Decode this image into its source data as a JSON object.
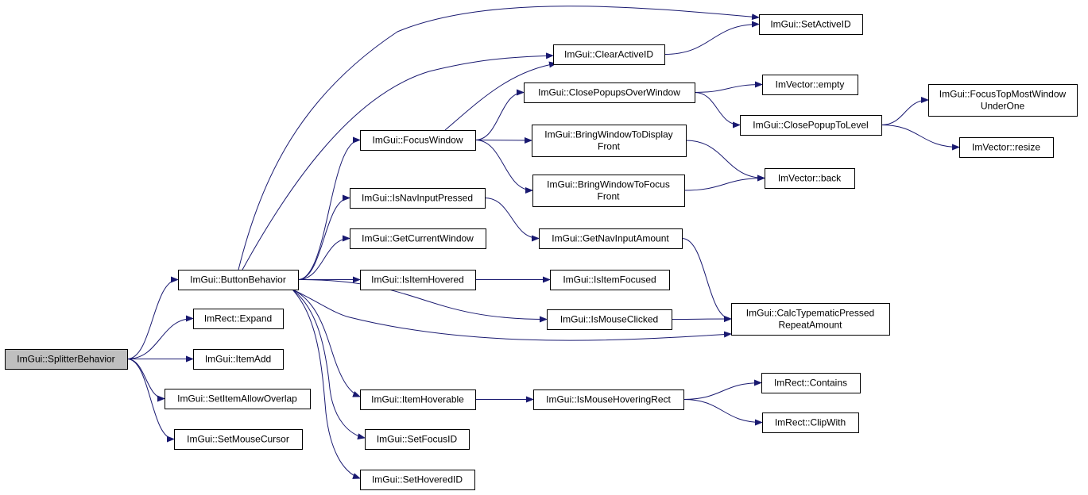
{
  "colors": {
    "edge": "#191970",
    "root_fill": "#bfbfbf",
    "node_fill": "#ffffff",
    "border": "#000000"
  },
  "nodes": [
    {
      "id": "splitter",
      "lines": [
        "ImGui::SplitterBehavior"
      ],
      "root": true
    },
    {
      "id": "buttonbeh",
      "lines": [
        "ImGui::ButtonBehavior"
      ]
    },
    {
      "id": "rectexpand",
      "lines": [
        "ImRect::Expand"
      ]
    },
    {
      "id": "itemadd",
      "lines": [
        "ImGui::ItemAdd"
      ]
    },
    {
      "id": "allowoverlap",
      "lines": [
        "ImGui::SetItemAllowOverlap"
      ]
    },
    {
      "id": "mousecursor",
      "lines": [
        "ImGui::SetMouseCursor"
      ]
    },
    {
      "id": "focuswindow",
      "lines": [
        "ImGui::FocusWindow"
      ]
    },
    {
      "id": "navinputpressed",
      "lines": [
        "ImGui::IsNavInputPressed"
      ]
    },
    {
      "id": "currentwindow",
      "lines": [
        "ImGui::GetCurrentWindow"
      ]
    },
    {
      "id": "itemhovered",
      "lines": [
        "ImGui::IsItemHovered"
      ]
    },
    {
      "id": "itemhoverable",
      "lines": [
        "ImGui::ItemHoverable"
      ]
    },
    {
      "id": "setfocusid",
      "lines": [
        "ImGui::SetFocusID"
      ]
    },
    {
      "id": "sethoveredid",
      "lines": [
        "ImGui::SetHoveredID"
      ]
    },
    {
      "id": "clearactive",
      "lines": [
        "ImGui::ClearActiveID"
      ]
    },
    {
      "id": "closepopupsover",
      "lines": [
        "ImGui::ClosePopupsOverWindow"
      ]
    },
    {
      "id": "bringdisplay",
      "lines": [
        "ImGui::BringWindowToDisplay",
        "Front"
      ]
    },
    {
      "id": "bringfocus",
      "lines": [
        "ImGui::BringWindowToFocus",
        "Front"
      ]
    },
    {
      "id": "navinputamount",
      "lines": [
        "ImGui::GetNavInputAmount"
      ]
    },
    {
      "id": "itemfocused",
      "lines": [
        "ImGui::IsItemFocused"
      ]
    },
    {
      "id": "mouseclicked",
      "lines": [
        "ImGui::IsMouseClicked"
      ]
    },
    {
      "id": "mousehovrect",
      "lines": [
        "ImGui::IsMouseHoveringRect"
      ]
    },
    {
      "id": "setactive",
      "lines": [
        "ImGui::SetActiveID"
      ]
    },
    {
      "id": "vecempty",
      "lines": [
        "ImVector::empty"
      ]
    },
    {
      "id": "closepopuplevel",
      "lines": [
        "ImGui::ClosePopupToLevel"
      ]
    },
    {
      "id": "vecback",
      "lines": [
        "ImVector::back"
      ]
    },
    {
      "id": "calctypematic",
      "lines": [
        "ImGui::CalcTypematicPressed",
        "RepeatAmount"
      ]
    },
    {
      "id": "rectcontains",
      "lines": [
        "ImRect::Contains"
      ]
    },
    {
      "id": "rectclipwith",
      "lines": [
        "ImRect::ClipWith"
      ]
    },
    {
      "id": "focustopmost",
      "lines": [
        "ImGui::FocusTopMostWindow",
        "UnderOne"
      ]
    },
    {
      "id": "vecresize",
      "lines": [
        "ImVector::resize"
      ]
    }
  ],
  "edges": [
    [
      "splitter",
      "buttonbeh"
    ],
    [
      "splitter",
      "rectexpand"
    ],
    [
      "splitter",
      "itemadd"
    ],
    [
      "splitter",
      "allowoverlap"
    ],
    [
      "splitter",
      "mousecursor"
    ],
    [
      "buttonbeh",
      "setactive"
    ],
    [
      "buttonbeh",
      "clearactive"
    ],
    [
      "buttonbeh",
      "focuswindow"
    ],
    [
      "buttonbeh",
      "navinputpressed"
    ],
    [
      "buttonbeh",
      "currentwindow"
    ],
    [
      "buttonbeh",
      "itemhovered"
    ],
    [
      "buttonbeh",
      "mouseclicked"
    ],
    [
      "buttonbeh",
      "calctypematic"
    ],
    [
      "buttonbeh",
      "itemhoverable"
    ],
    [
      "buttonbeh",
      "setfocusid"
    ],
    [
      "buttonbeh",
      "sethoveredid"
    ],
    [
      "focuswindow",
      "clearactive"
    ],
    [
      "focuswindow",
      "closepopupsover"
    ],
    [
      "focuswindow",
      "bringdisplay"
    ],
    [
      "focuswindow",
      "bringfocus"
    ],
    [
      "clearactive",
      "setactive"
    ],
    [
      "closepopupsover",
      "vecempty"
    ],
    [
      "closepopupsover",
      "closepopuplevel"
    ],
    [
      "closepopuplevel",
      "focustopmost"
    ],
    [
      "closepopuplevel",
      "vecresize"
    ],
    [
      "bringdisplay",
      "vecback"
    ],
    [
      "bringfocus",
      "vecback"
    ],
    [
      "navinputpressed",
      "navinputamount"
    ],
    [
      "navinputamount",
      "calctypematic"
    ],
    [
      "itemhovered",
      "itemfocused"
    ],
    [
      "mouseclicked",
      "calctypematic"
    ],
    [
      "itemhoverable",
      "mousehovrect"
    ],
    [
      "mousehovrect",
      "rectcontains"
    ],
    [
      "mousehovrect",
      "rectclipwith"
    ]
  ]
}
